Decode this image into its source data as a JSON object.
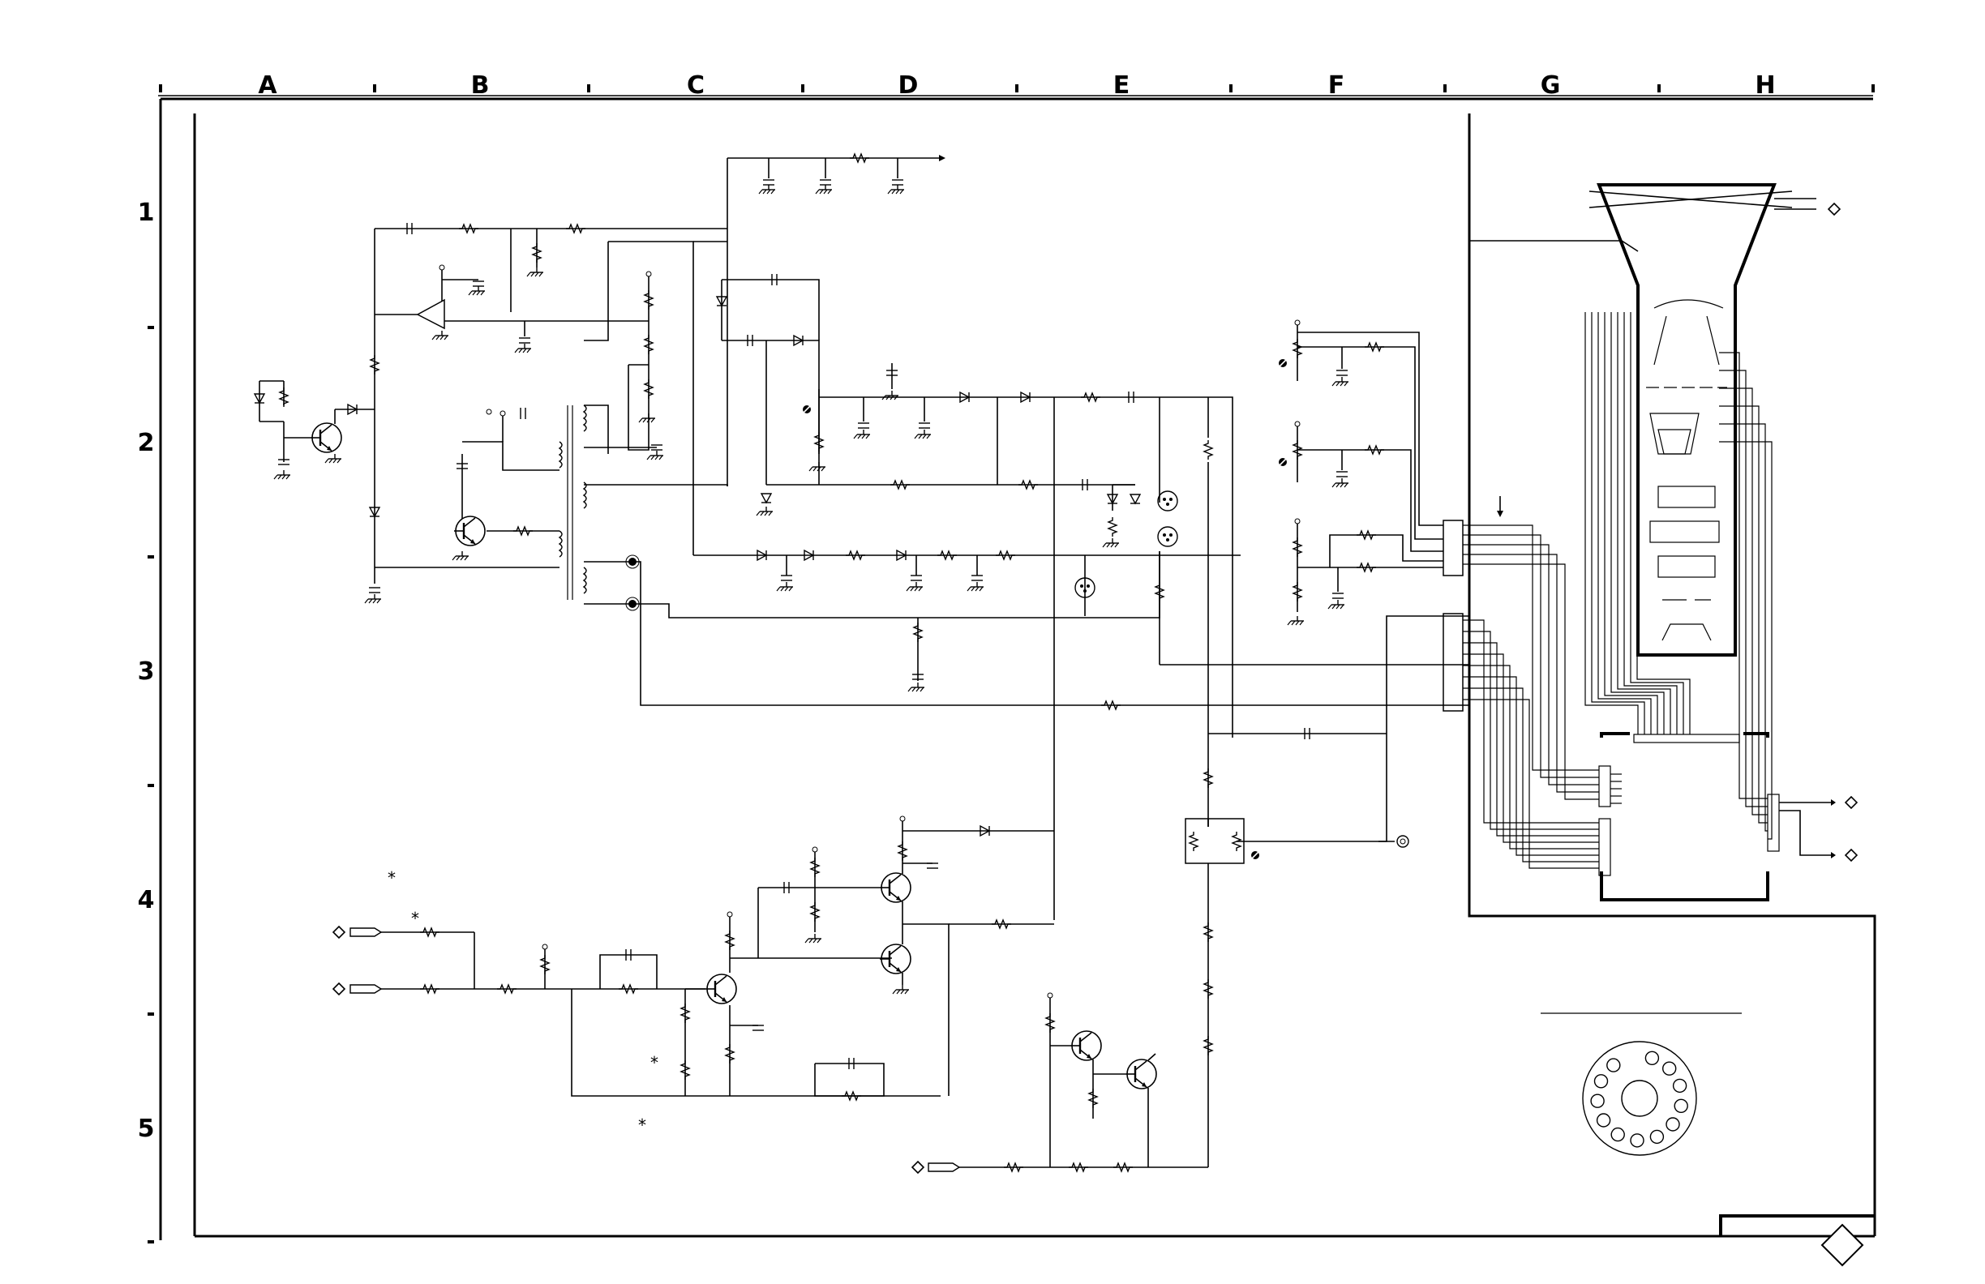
{
  "grid": {
    "columns": [
      "A",
      "B",
      "C",
      "D",
      "E",
      "F",
      "G",
      "H"
    ],
    "rows": [
      "1",
      "2",
      "3",
      "4",
      "5"
    ]
  },
  "annotations": {
    "asterisk": "*"
  }
}
